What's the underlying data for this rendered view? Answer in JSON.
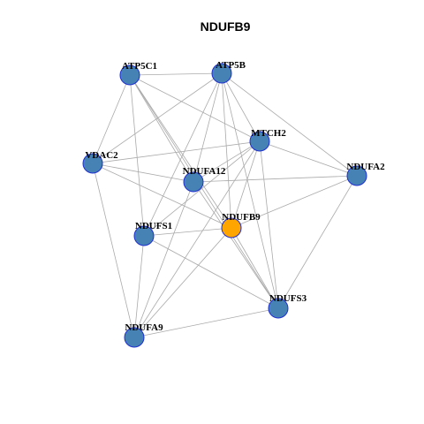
{
  "title": "NDUFB9",
  "colors": {
    "node_default": "#4682b4",
    "node_focus": "#ffa500",
    "node_border": "#1f2fd0",
    "edge": "#aaaaaa"
  },
  "network": {
    "focus_node": "NDUFB9",
    "nodes": [
      {
        "id": "ATP5C1",
        "label": "ATP5C1"
      },
      {
        "id": "ATP5B",
        "label": "ATP5B"
      },
      {
        "id": "MTCH2",
        "label": "MTCH2"
      },
      {
        "id": "VDAC2",
        "label": "VDAC2"
      },
      {
        "id": "NDUFA2",
        "label": "NDUFA2"
      },
      {
        "id": "NDUFA12",
        "label": "NDUFA12"
      },
      {
        "id": "NDUFB9",
        "label": "NDUFB9"
      },
      {
        "id": "NDUFS1",
        "label": "NDUFS1"
      },
      {
        "id": "NDUFS3",
        "label": "NDUFS3"
      },
      {
        "id": "NDUFA9",
        "label": "NDUFA9"
      }
    ],
    "edges": [
      [
        "ATP5C1",
        "ATP5B"
      ],
      [
        "ATP5C1",
        "MTCH2"
      ],
      [
        "ATP5C1",
        "VDAC2"
      ],
      [
        "ATP5C1",
        "NDUFA12"
      ],
      [
        "ATP5C1",
        "NDUFS1"
      ],
      [
        "ATP5C1",
        "NDUFB9"
      ],
      [
        "ATP5C1",
        "NDUFS3"
      ],
      [
        "ATP5B",
        "MTCH2"
      ],
      [
        "ATP5B",
        "NDUFA2"
      ],
      [
        "ATP5B",
        "VDAC2"
      ],
      [
        "ATP5B",
        "NDUFA12"
      ],
      [
        "ATP5B",
        "NDUFB9"
      ],
      [
        "ATP5B",
        "NDUFS1"
      ],
      [
        "ATP5B",
        "NDUFS3"
      ],
      [
        "MTCH2",
        "VDAC2"
      ],
      [
        "MTCH2",
        "NDUFA2"
      ],
      [
        "MTCH2",
        "NDUFA12"
      ],
      [
        "MTCH2",
        "NDUFB9"
      ],
      [
        "MTCH2",
        "NDUFS1"
      ],
      [
        "MTCH2",
        "NDUFS3"
      ],
      [
        "MTCH2",
        "NDUFA9"
      ],
      [
        "VDAC2",
        "NDUFA12"
      ],
      [
        "VDAC2",
        "NDUFB9"
      ],
      [
        "VDAC2",
        "NDUFA9"
      ],
      [
        "NDUFA2",
        "NDUFA12"
      ],
      [
        "NDUFA2",
        "NDUFB9"
      ],
      [
        "NDUFA2",
        "NDUFS3"
      ],
      [
        "NDUFA12",
        "NDUFS3"
      ],
      [
        "NDUFA12",
        "NDUFA9"
      ],
      [
        "NDUFB9",
        "NDUFS1"
      ],
      [
        "NDUFB9",
        "NDUFS3"
      ],
      [
        "NDUFB9",
        "NDUFA9"
      ],
      [
        "NDUFS1",
        "NDUFS3"
      ],
      [
        "NDUFS1",
        "NDUFA9"
      ],
      [
        "NDUFS3",
        "NDUFA9"
      ]
    ]
  }
}
